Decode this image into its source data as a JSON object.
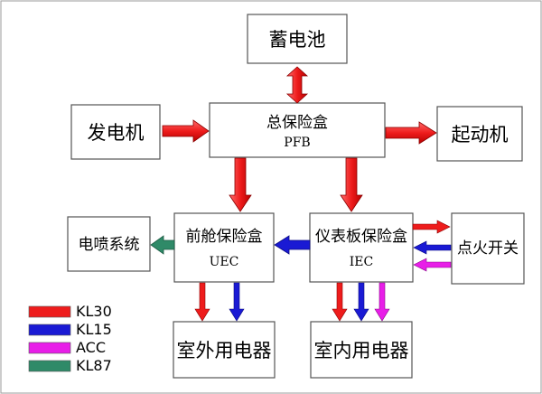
{
  "boxes": {
    "battery": "蓄电池",
    "generator": "发电机",
    "pfb_title": "总保险盒",
    "pfb_sub": "PFB",
    "starter": "起动机",
    "ems": "电喷系统",
    "uec_title": "前舱保险盒",
    "uec_sub": "UEC",
    "iec_title": "仪表板保险盒",
    "iec_sub": "IEC",
    "ignition": "点火开关",
    "exterior": "室外用电器",
    "interior": "室内用电器"
  },
  "legend": [
    {
      "label": "KL30",
      "color": "#ee1c1c"
    },
    {
      "label": "KL15",
      "color": "#1a1ad4"
    },
    {
      "label": "ACC",
      "color": "#e81ee8"
    },
    {
      "label": "KL87",
      "color": "#2f8a68"
    }
  ]
}
